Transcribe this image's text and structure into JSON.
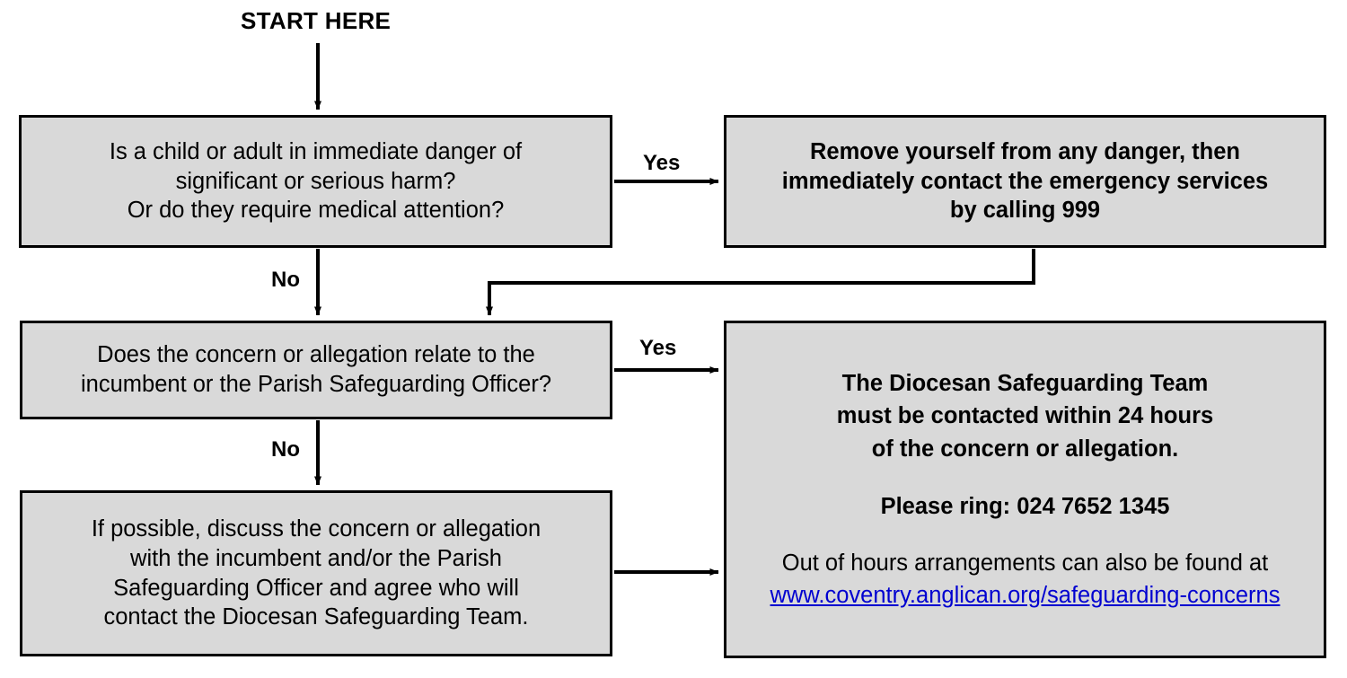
{
  "document": {
    "title": "Safeguarding Concern Reporting Flowchart",
    "start_label": "START HERE",
    "colors": {
      "box_fill": "#d9d9d9",
      "box_border": "#000000",
      "link": "#0000d0",
      "background": "#ffffff"
    }
  },
  "nodes": {
    "danger": {
      "name": "immediate-danger-question",
      "lines": [
        "Is a child or adult in immediate danger of",
        "significant or serious harm?",
        "Or do they require medical attention?"
      ]
    },
    "emergency": {
      "name": "emergency-services-action",
      "lines": [
        "Remove yourself from any danger, then",
        "immediately contact the emergency services",
        "by calling 999"
      ]
    },
    "relate": {
      "name": "incumbent-or-pso-question",
      "lines": [
        "Does the concern or allegation relate to the",
        "incumbent or the Parish Safeguarding Officer?"
      ]
    },
    "discuss": {
      "name": "discuss-locally-action",
      "lines": [
        "If possible, discuss the concern or allegation",
        "with the incumbent and/or the Parish",
        "Safeguarding Officer and agree who will",
        "contact the Diocesan Safeguarding Team."
      ]
    },
    "diocesan": {
      "name": "diocesan-safeguarding-team-action",
      "heading_lines": [
        "The Diocesan Safeguarding Team",
        "must be contacted within 24 hours",
        "of the concern or allegation."
      ],
      "phone_line": "Please ring: 024 7652 1345",
      "out_of_hours_line": "Out of hours arrangements can also be found at",
      "url_text": "www.coventry.anglican.org/safeguarding-concerns"
    }
  },
  "edges": {
    "start_to_danger": {
      "label": ""
    },
    "danger_yes": {
      "label": "Yes"
    },
    "danger_no": {
      "label": "No"
    },
    "emergency_to_relate": {
      "label": ""
    },
    "relate_yes": {
      "label": "Yes"
    },
    "relate_no": {
      "label": "No"
    },
    "discuss_to_diocesan": {
      "label": ""
    }
  }
}
